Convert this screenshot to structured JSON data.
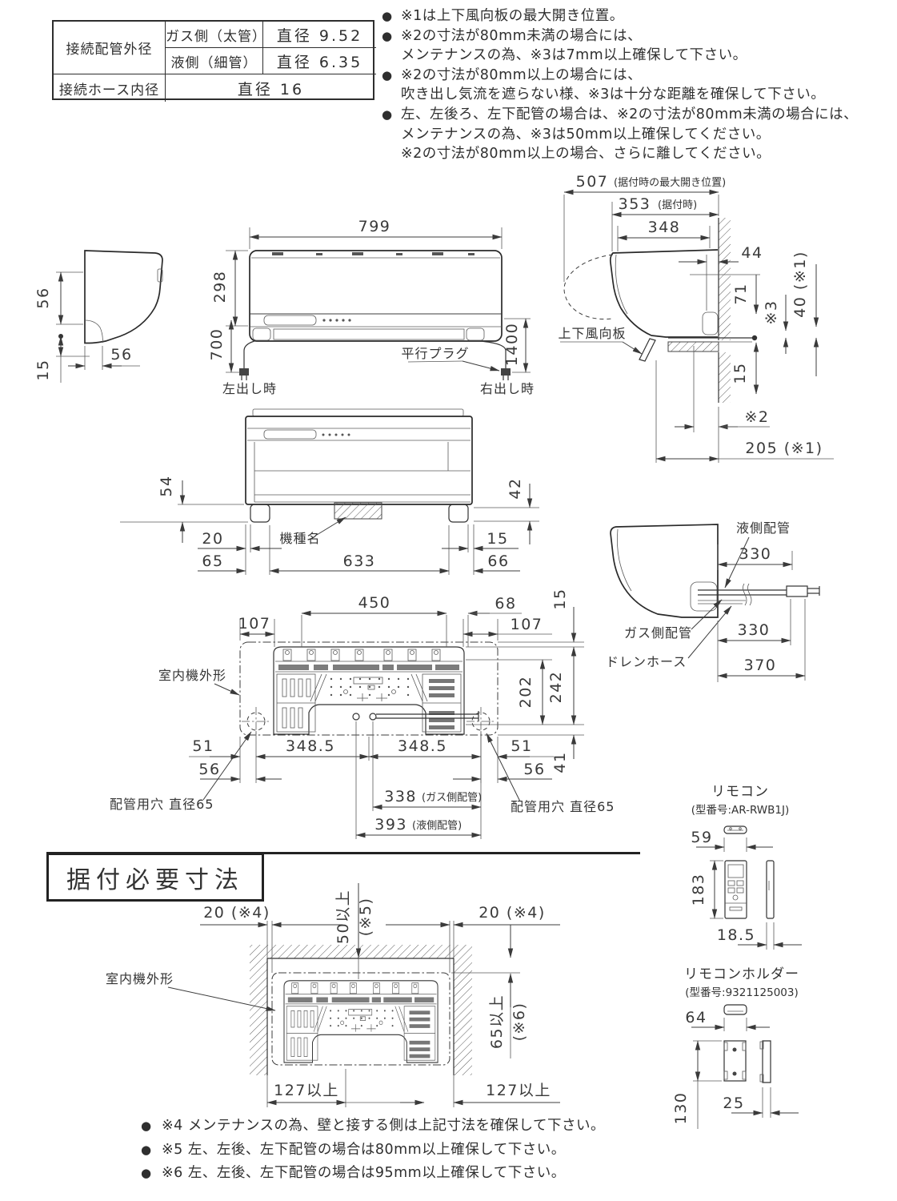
{
  "bullet": "●",
  "spec_table": {
    "r1c1": "接続配管外径",
    "gas": "ガス側（太管）",
    "gas_v": "直径 9.52",
    "liq": "液側（細管）",
    "liq_v": "直径 6.35",
    "hose": "接続ホース内径",
    "hose_v": "直径 16"
  },
  "notes": [
    {
      "lines": [
        "※1は上下風向板の最大開き位置。"
      ]
    },
    {
      "lines": [
        "※2の寸法が80mm未満の場合には、",
        "メンテナンスの為、※3は7mm以上確保して下さい。"
      ]
    },
    {
      "lines": [
        "※2の寸法が80mm以上の場合には、",
        "吹き出し気流を遮らない様、※3は十分な距離を確保して下さい。"
      ]
    },
    {
      "lines": [
        "左、左後ろ、左下配管の場合は、※2の寸法が80mm未満の場合には、",
        "メンテナンスの為、※3は50mm以上確保してください。",
        "※2の寸法が80mm以上の場合、さらに離してください。"
      ]
    }
  ],
  "side_left": {
    "h56": "56",
    "w56": "56",
    "d15": "15"
  },
  "front": {
    "w": "799",
    "h": "298",
    "cord_l": "700",
    "cord_r": "1400",
    "plug": "平行プラグ",
    "out_l": "左出し時",
    "out_r": "右出し時"
  },
  "side_right": {
    "d507": "507",
    "d507n": "(据付時の最大開き位置)",
    "d353": "353",
    "d353n": "(据付時)",
    "d348": "348",
    "d44": "44",
    "d71": "71",
    "s3": "※3",
    "d40": "40 (※1)",
    "d15": "15",
    "s2": "※2",
    "d205": "205 (※1)",
    "flap": "上下風向板"
  },
  "bottom_view": {
    "d54": "54",
    "d42": "42",
    "d20": "20",
    "d65": "65",
    "d633": "633",
    "d15": "15",
    "d66": "66",
    "plate": "機種名"
  },
  "piping": {
    "liq": "液側配管",
    "gas": "ガス側配管",
    "drain": "ドレンホース",
    "l1": "330",
    "l2": "330",
    "l3": "370"
  },
  "rear": {
    "d450": "450",
    "d68": "68",
    "d15": "15",
    "d107l": "107",
    "d107r": "107",
    "d202": "202",
    "d242": "242",
    "d51l": "51",
    "d3485l": "348.5",
    "d3485r": "348.5",
    "d51r": "51",
    "d56l": "56",
    "d56r": "56",
    "d41": "41",
    "outline": "室内機外形",
    "hole_l": "配管用穴 直径65",
    "hole_r": "配管用穴 直径65",
    "d338": "338",
    "d338n": "(ガス側配管)",
    "d393": "393",
    "d393n": "(液側配管)"
  },
  "install": {
    "title": "据付必要寸法",
    "d20l": "20 (※4)",
    "d20r": "20 (※4)",
    "d50": "50以上",
    "d50n": "(※5)",
    "d65": "65以上",
    "d65n": "(※6)",
    "d127l": "127以上",
    "d127r": "127以上",
    "outline": "室内機外形"
  },
  "remote": {
    "title": "リモコン",
    "model": "(型番号:AR-RWB1J)",
    "w": "59",
    "h": "183",
    "t": "18.5"
  },
  "holder": {
    "title": "リモコンホルダー",
    "model": "(型番号:9321125003)",
    "w": "64",
    "h": "130",
    "t": "25"
  },
  "foot_notes": [
    "※4 メンテナンスの為、壁と接する側は上記寸法を確保して下さい。",
    "※5 左、左後、左下配管の場合は80mm以上確保して下さい。",
    "※6 左、左後、左下配管の場合は95mm以上確保して下さい。"
  ]
}
